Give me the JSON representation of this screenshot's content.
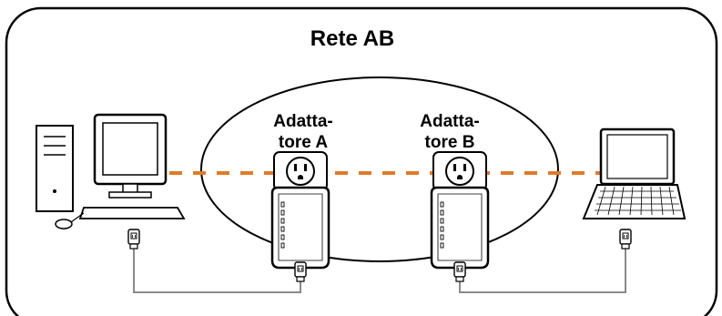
{
  "network": {
    "title": "Rete AB"
  },
  "adapters": [
    {
      "label_line1": "Adatta-",
      "label_line2": "tore A"
    },
    {
      "label_line1": "Adatta-",
      "label_line2": "tore B"
    }
  ],
  "colors": {
    "link": "#e07b2a",
    "cable": "#8a8a8a",
    "outline": "#000000"
  },
  "icons": {
    "desktop": "desktop-computer-icon",
    "laptop": "laptop-icon",
    "adapter": "powerline-adapter-icon",
    "ethernet": "ethernet-plug-icon",
    "outlet": "power-outlet-icon"
  }
}
